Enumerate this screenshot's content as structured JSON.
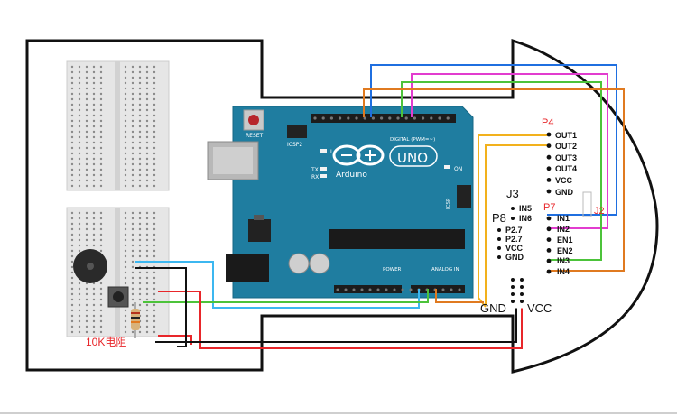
{
  "board": {
    "name": "UNO",
    "brand": "Arduino",
    "reset": "RESET",
    "icsp2": "ICSP2",
    "icsp": "ICSP",
    "digital": "DIGITAL (PWM=~)",
    "analog": "ANALOG IN",
    "power": "POWER",
    "tx": "TX",
    "rx": "RX",
    "on": "ON",
    "l": "L"
  },
  "connectors": {
    "p4": "P4",
    "p4_pins": [
      "OUT1",
      "OUT2",
      "OUT3",
      "OUT4",
      "VCC",
      "GND"
    ],
    "p7": "P7",
    "p7_pins": [
      "IN1",
      "IN2",
      "EN1",
      "EN2",
      "IN3",
      "IN4"
    ],
    "j2": "J2",
    "j3": "J3",
    "j3_pins": [
      "IN5",
      "IN6"
    ],
    "p8": "P8",
    "p8_pins": [
      "P2.7",
      "P2.7",
      "VCC",
      "GND"
    ],
    "gnd": "GND",
    "vcc": "VCC"
  },
  "resistor_label": "10K电阻",
  "colors": {
    "board": "#1f7da0",
    "blue": "#1f6fe0",
    "cyan": "#3cb7f0",
    "green": "#4cc33a",
    "magenta": "#e23ccf",
    "orange": "#e07a20",
    "yellow": "#f2b11d",
    "red": "#e8262a",
    "black": "#111111"
  }
}
